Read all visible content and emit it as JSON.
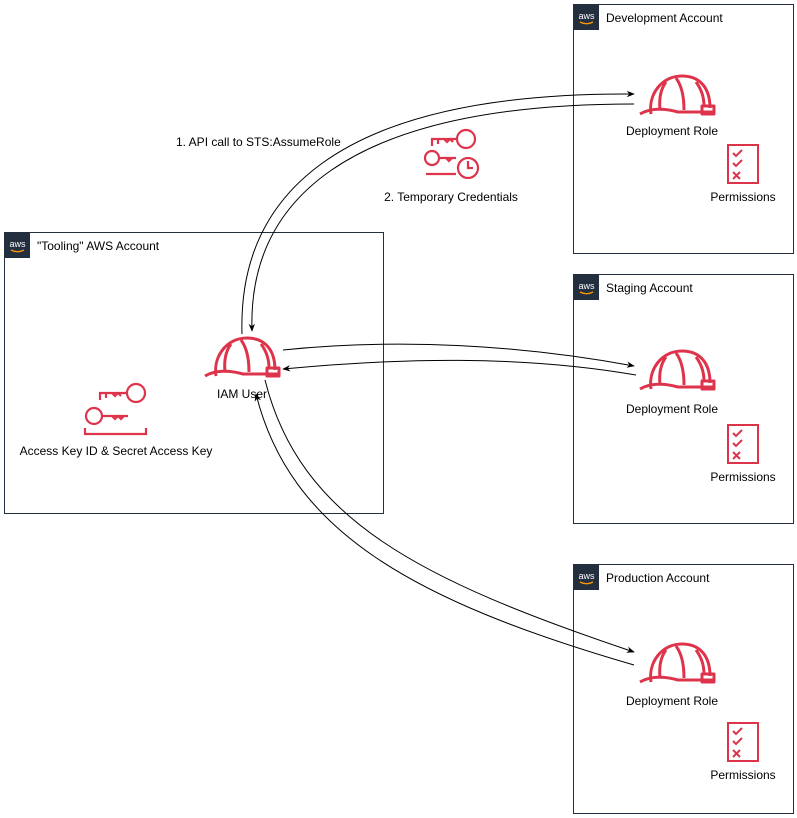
{
  "colors": {
    "aws_dark": "#232f3e",
    "iam_red": "#dd344c",
    "arrow": "#000000"
  },
  "accounts": {
    "tooling": {
      "title": "\"Tooling\" AWS Account",
      "user_label": "IAM User",
      "keys_label": "Access Key ID & Secret Access Key"
    },
    "development": {
      "title": "Development Account",
      "role_label": "Deployment Role",
      "permissions_label": "Permissions"
    },
    "staging": {
      "title": "Staging Account",
      "role_label": "Deployment Role",
      "permissions_label": "Permissions"
    },
    "production": {
      "title": "Production Account",
      "role_label": "Deployment Role",
      "permissions_label": "Permissions"
    }
  },
  "steps": {
    "assume_role": "1. API call to STS:AssumeRole",
    "temp_credentials": "2. Temporary Credentials"
  },
  "icons": {
    "aws_logo": "aws-logo-icon",
    "iam_role": "hard-hat-icon",
    "keys": "access-keys-icon",
    "temporary_credentials": "temporary-credentials-icon",
    "permissions": "permissions-checklist-icon"
  }
}
